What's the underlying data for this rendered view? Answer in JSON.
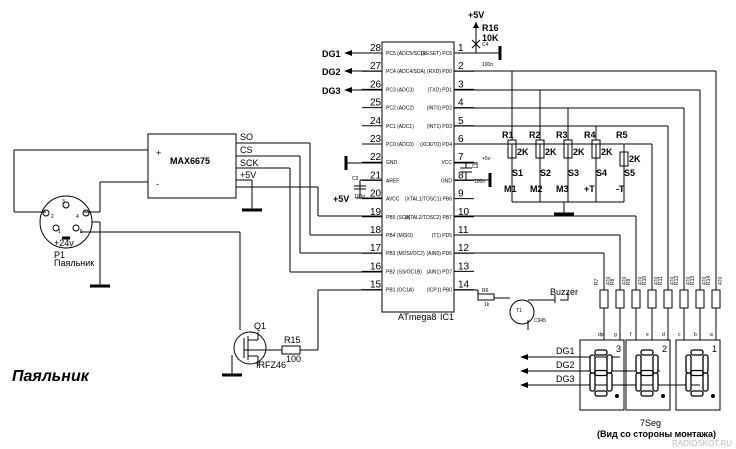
{
  "title": "Паяльник",
  "caption": "(Вид со стороны монтажа)",
  "watermark": "RADIOSKOT.RU",
  "mcu": {
    "name": "ATmega8",
    "ref": "IC1",
    "left_pins": [
      {
        "num": "28",
        "label": "PC5 (ADC5/SCL)"
      },
      {
        "num": "27",
        "label": "PC4 (ADC4/SDA)"
      },
      {
        "num": "26",
        "label": "PC3 (ADC3)"
      },
      {
        "num": "25",
        "label": "PC2 (ADC2)"
      },
      {
        "num": "24",
        "label": "PC1 (ADC1)"
      },
      {
        "num": "23",
        "label": "PC0 (ADC0)"
      },
      {
        "num": "22",
        "label": "GND"
      },
      {
        "num": "21",
        "label": "AREF"
      },
      {
        "num": "20",
        "label": "AVCC"
      },
      {
        "num": "19",
        "label": "PB5 (SCK)"
      },
      {
        "num": "18",
        "label": "PB4 (MISO)"
      },
      {
        "num": "17",
        "label": "PB3 (MOSI/OC2)"
      },
      {
        "num": "16",
        "label": "PB2 (SS/OC1B)"
      },
      {
        "num": "15",
        "label": "PB1 (OC1A)"
      }
    ],
    "right_pins": [
      {
        "num": "1",
        "label": "(RESET) PC6"
      },
      {
        "num": "2",
        "label": "(RXD) PD0"
      },
      {
        "num": "3",
        "label": "(TXD) PD1"
      },
      {
        "num": "4",
        "label": "(INT0) PD2"
      },
      {
        "num": "5",
        "label": "(INT1) PD3"
      },
      {
        "num": "6",
        "label": "(XCK/T0) PD4"
      },
      {
        "num": "7",
        "label": "VCC"
      },
      {
        "num": "8",
        "label": "GND"
      },
      {
        "num": "9",
        "label": "(XTAL1/TOSC1) PB6"
      },
      {
        "num": "10",
        "label": "(XTAL2/TOSC2) PB7"
      },
      {
        "num": "11",
        "label": "(T1) PD5"
      },
      {
        "num": "12",
        "label": "(AIN0) PD6"
      },
      {
        "num": "13",
        "label": "(AIN1) PD7"
      },
      {
        "num": "14",
        "label": "(ICP1) PB0"
      }
    ]
  },
  "max6675": {
    "name": "MAX6675",
    "pins": [
      "SO",
      "CS",
      "SCK",
      "+5V"
    ],
    "plus": "+",
    "minus": "-"
  },
  "digit_lines": [
    "DG1",
    "DG2",
    "DG3"
  ],
  "power": {
    "plus5": "+5V",
    "plus5_small": "+5v",
    "plus24": "+24v"
  },
  "r16": {
    "ref": "R16",
    "value": "10K"
  },
  "c4": {
    "ref": "C4",
    "value": "100n"
  },
  "c3": {
    "ref": "C3",
    "value": "100n"
  },
  "c2": {
    "ref": "C2",
    "value": "100n"
  },
  "button_resistors": [
    {
      "ref": "R1",
      "value": "2K"
    },
    {
      "ref": "R2",
      "value": "2K"
    },
    {
      "ref": "R3",
      "value": "2K"
    },
    {
      "ref": "R4",
      "value": "2K"
    },
    {
      "ref": "R5",
      "value": "2K"
    }
  ],
  "switches": [
    "S1",
    "S2",
    "S3",
    "S4",
    "S5"
  ],
  "switch_labels": [
    "M1",
    "M2",
    "M3",
    "+T",
    "-T"
  ],
  "r6": {
    "ref": "R6",
    "value": "1k"
  },
  "transistor": {
    "ref": "T1",
    "type": "C945"
  },
  "buzzer": "Buzzer",
  "mosfet": {
    "ref": "Q1",
    "type": "IRFZ46"
  },
  "r15": {
    "ref": "R15",
    "value": "100"
  },
  "iron": {
    "ref": "P1",
    "name": "Паяльник",
    "pins": [
      "1",
      "2",
      "3",
      "4",
      "5"
    ]
  },
  "seg_resistors": [
    {
      "ref": "R7",
      "value": "470"
    },
    {
      "ref": "R8",
      "value": "470"
    },
    {
      "ref": "R9",
      "value": "470"
    },
    {
      "ref": "R10",
      "value": "470"
    },
    {
      "ref": "R11",
      "value": "470"
    },
    {
      "ref": "R12",
      "value": "470"
    },
    {
      "ref": "R13",
      "value": "470"
    },
    {
      "ref": "R14",
      "value": "470"
    }
  ],
  "seg_names": [
    "dp",
    "g",
    "f",
    "e",
    "d",
    "c",
    "b",
    "a"
  ],
  "display": {
    "name": "7Seg",
    "digit_numbers": [
      "3",
      "2",
      "1"
    ],
    "segment_letters": [
      "a",
      "b",
      "c",
      "d",
      "e",
      "f",
      "g"
    ]
  }
}
